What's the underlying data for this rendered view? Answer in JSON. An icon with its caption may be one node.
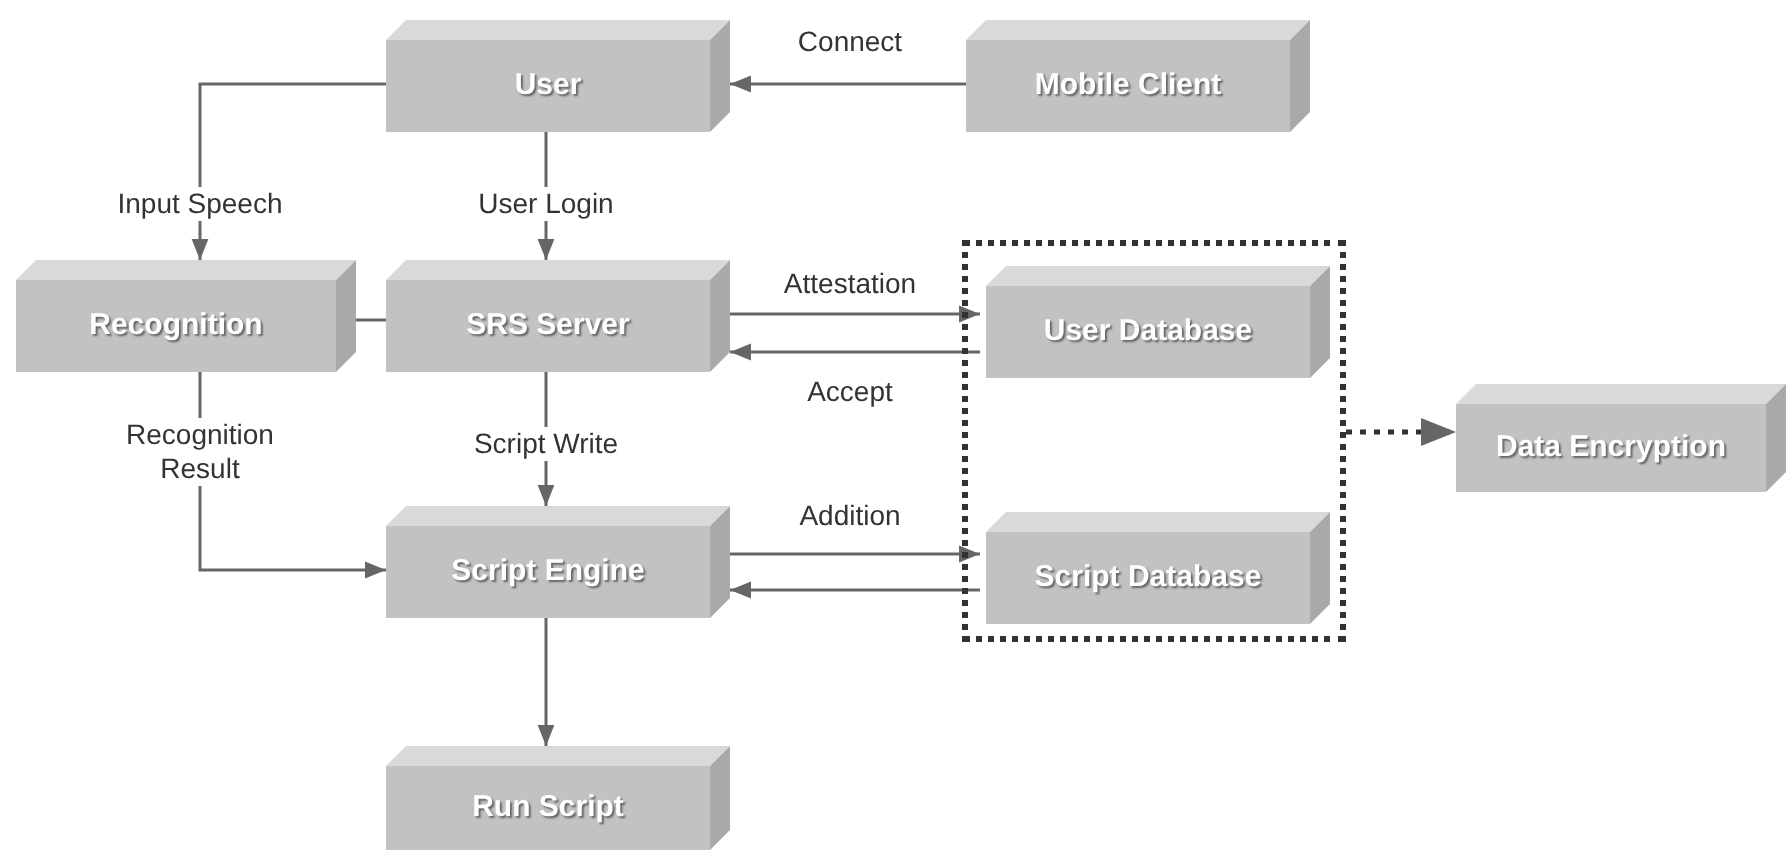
{
  "diagram": {
    "nodes": [
      {
        "text": [
          "User"
        ]
      },
      {
        "text": [
          "Mobile Client"
        ]
      },
      {
        "text": [
          "Recognition"
        ]
      },
      {
        "text": [
          "SRS Server"
        ]
      },
      {
        "text": [],
        "shape": "box"
      },
      {
        "text": [
          "User Database"
        ],
        "in": 4
      },
      {
        "text": [
          "Script Engine"
        ]
      },
      {
        "text": [
          "Script Database"
        ],
        "in": 4
      },
      {
        "text": [
          "Data Encryption"
        ]
      },
      {
        "text": [
          "Run Script"
        ]
      }
    ],
    "edges": [
      {
        "from": 1,
        "to": 0,
        "arrow": "to",
        "label": "Connect"
      },
      {
        "from": 0,
        "to": 2,
        "arrow": "to",
        "label": "Input Speech"
      },
      {
        "from": 0,
        "to": 3,
        "arrow": "to",
        "label": "User Login"
      },
      {
        "from": 2,
        "to": 3,
        "arrow": "none"
      },
      {
        "from": 3,
        "to": 5,
        "arrow": "to",
        "label": "Attestation"
      },
      {
        "from": 5,
        "to": 3,
        "arrow": "to",
        "label": "Accept"
      },
      {
        "from": 2,
        "to": 6,
        "arrow": "to",
        "label": "Recognition Result"
      },
      {
        "from": 3,
        "to": 6,
        "arrow": "to",
        "label": "Script Write"
      },
      {
        "from": 6,
        "to": 7,
        "arrow": "to",
        "label": "Addition"
      },
      {
        "from": 7,
        "to": 6,
        "arrow": "to"
      },
      {
        "from": 4,
        "to": 8,
        "arrow": "to",
        "style": "dashed"
      },
      {
        "from": 6,
        "to": 9,
        "arrow": "to"
      }
    ]
  }
}
